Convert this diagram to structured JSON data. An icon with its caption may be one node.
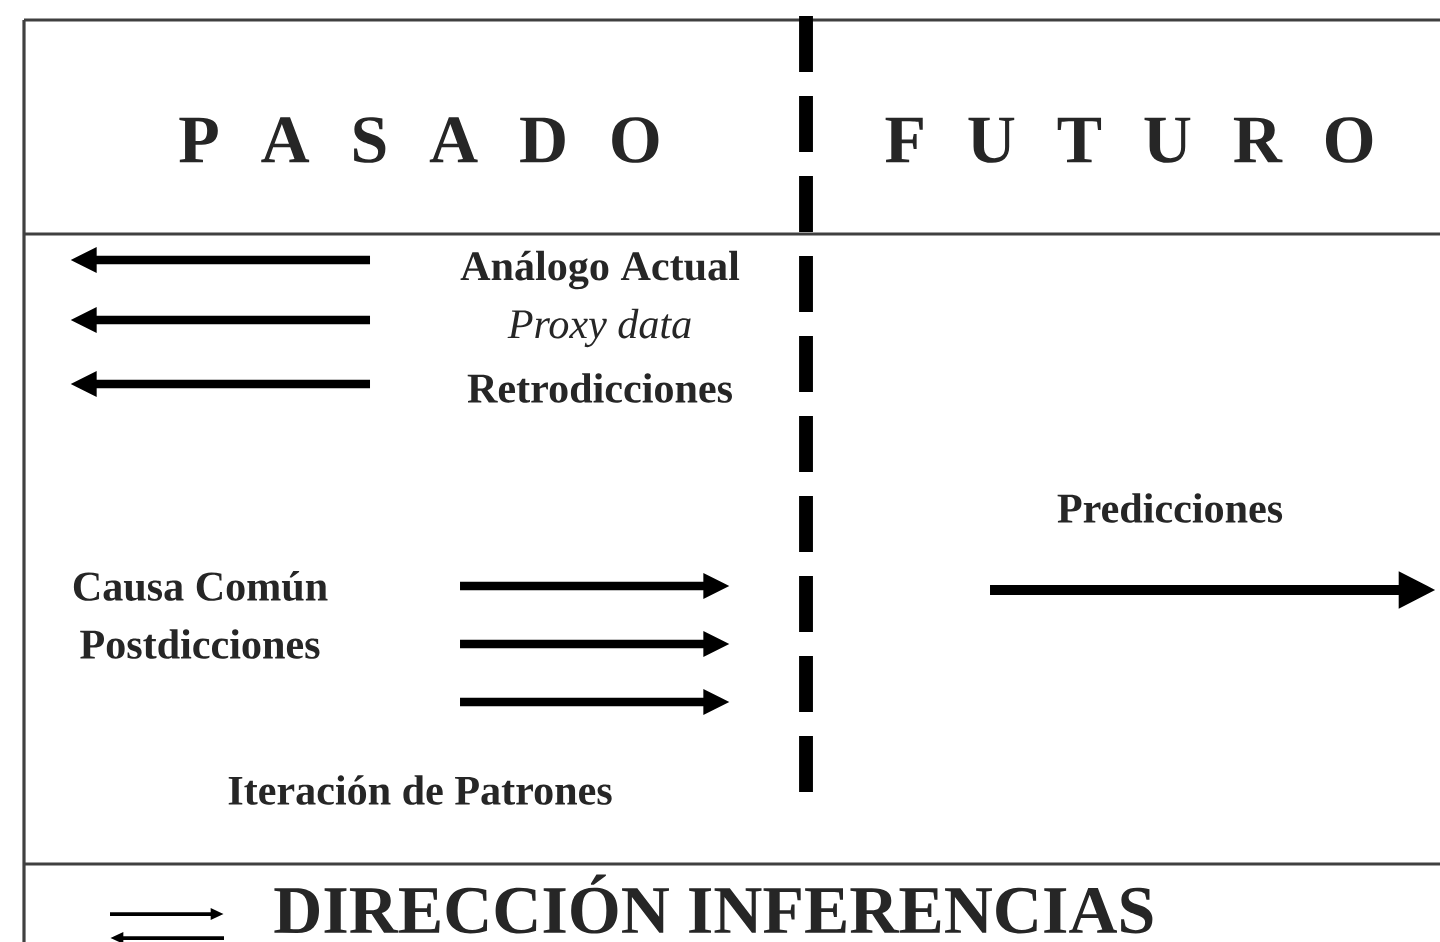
{
  "diagram": {
    "labels": [
      "P A S A D O",
      "F U T U R O",
      "Análogo Actual",
      "Proxy data",
      "Retrodicciones",
      "Predicciones",
      "Causa Común",
      "Postdicciones",
      "Iteración de Patrones",
      "DIRECCIÓN INFERENCIAS"
    ]
  }
}
